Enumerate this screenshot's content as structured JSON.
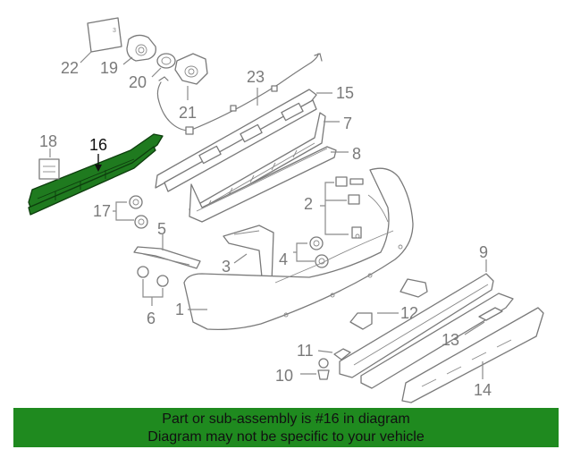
{
  "callouts": {
    "c1": "1",
    "c2": "2",
    "c3": "3",
    "c4": "4",
    "c5": "5",
    "c6": "6",
    "c7": "7",
    "c8": "8",
    "c9": "9",
    "c10": "10",
    "c11": "11",
    "c12": "12",
    "c13": "13",
    "c14": "14",
    "c15": "15",
    "c16": "16",
    "c17": "17",
    "c18": "18",
    "c19": "19",
    "c20": "20",
    "c21": "21",
    "c22": "22",
    "c23": "23"
  },
  "highlighted_part": "16",
  "colors": {
    "highlight": "#1f7a1f",
    "banner": "#1f8a1f",
    "line": "#7a7a7a"
  },
  "banner": {
    "line1": "Part or sub-assembly is #16 in diagram",
    "line2": "Diagram may not be specific to your vehicle"
  }
}
